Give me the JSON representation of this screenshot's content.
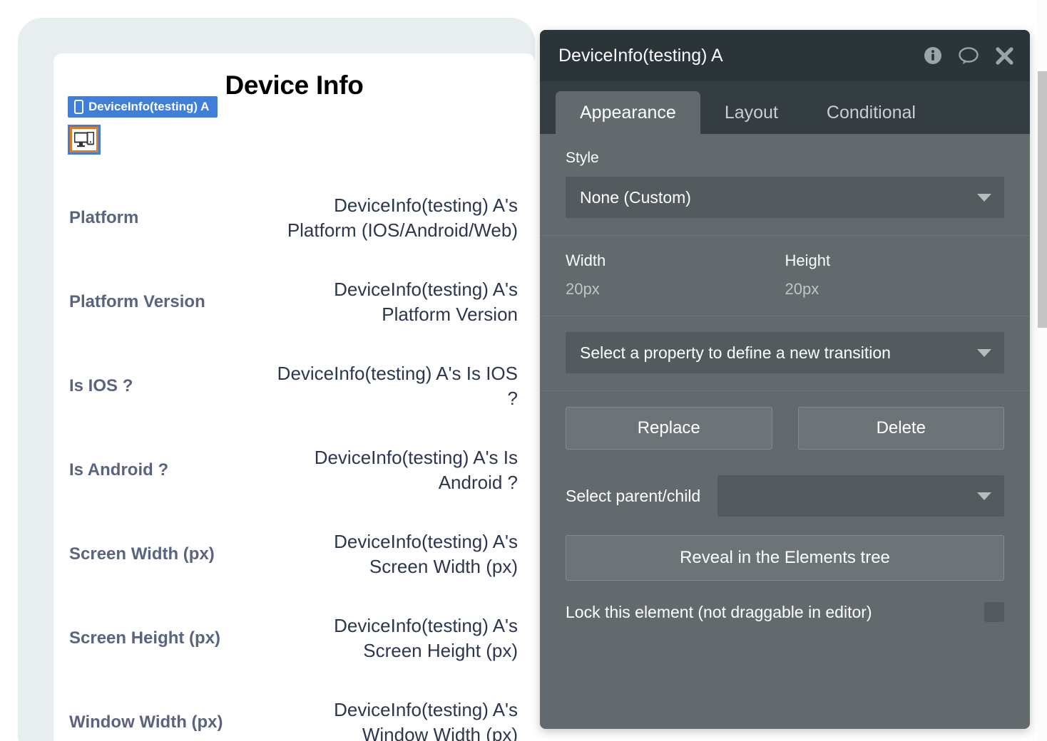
{
  "preview": {
    "title": "Device Info",
    "selection_badge": {
      "label": "DeviceInfo(testing) A",
      "icon": "phone-icon"
    },
    "selected_element_icon": "device-monitor-icon",
    "rows": [
      {
        "label": "Platform",
        "value": "DeviceInfo(testing) A's Platform (IOS/Android/Web)"
      },
      {
        "label": "Platform Version",
        "value": "DeviceInfo(testing) A's Platform Version"
      },
      {
        "label": "Is IOS ?",
        "value": "DeviceInfo(testing) A's Is IOS ?"
      },
      {
        "label": "Is Android ?",
        "value": "DeviceInfo(testing) A's Is Android ?"
      },
      {
        "label": "Screen Width (px)",
        "value": "DeviceInfo(testing) A's Screen Width (px)"
      },
      {
        "label": "Screen Height (px)",
        "value": "DeviceInfo(testing) A's Screen Height (px)"
      },
      {
        "label": "Window Width (px)",
        "value": "DeviceInfo(testing) A's Window Width (px)"
      }
    ]
  },
  "panel": {
    "title": "DeviceInfo(testing) A",
    "header_icons": [
      {
        "name": "info-icon",
        "glyph": "i"
      },
      {
        "name": "comment-icon",
        "glyph": "speech-bubble"
      },
      {
        "name": "close-icon",
        "glyph": "x"
      }
    ],
    "tabs": [
      {
        "label": "Appearance",
        "active": true
      },
      {
        "label": "Layout",
        "active": false
      },
      {
        "label": "Conditional",
        "active": false
      }
    ],
    "style": {
      "label": "Style",
      "value": "None (Custom)"
    },
    "dimensions": {
      "width_label": "Width",
      "width_value": "20px",
      "height_label": "Height",
      "height_value": "20px"
    },
    "transition": {
      "value": "Select a property to define a new transition"
    },
    "buttons": {
      "replace": "Replace",
      "delete": "Delete",
      "reveal": "Reveal in the Elements tree"
    },
    "parent_child": {
      "label": "Select parent/child",
      "value": ""
    },
    "lock": {
      "label": "Lock this element (not draggable in editor)",
      "checked": false
    }
  },
  "colors": {
    "accent_blue": "#3f7fdb",
    "accent_orange": "#e8791a",
    "panel_bg": "#626a6e",
    "panel_header": "#2b3438",
    "tabbar": "#343d41",
    "label_text": "#5a6480",
    "value_text": "#2c3650"
  }
}
